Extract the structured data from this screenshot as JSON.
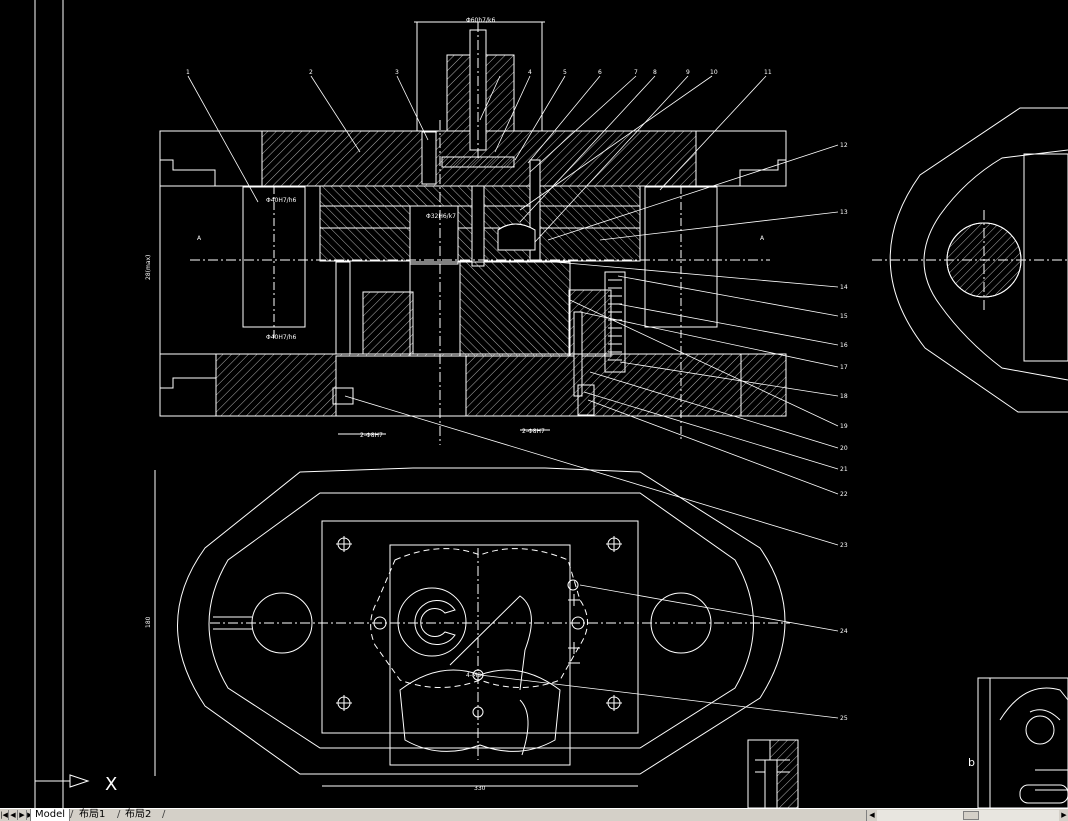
{
  "colors": {
    "background": "#000000",
    "line": "#ffffff",
    "tabbar": "#d4d0c8"
  },
  "ucs": {
    "axis_label": "X"
  },
  "dimensions": {
    "top_shank": "Φ60h7/k6",
    "left_guide_top": "Φ40H7/h6",
    "left_guide_bottom": "Φ40H7/h6",
    "die_fit": "Φ32H6/k7",
    "height": "28(max)",
    "bottom_left": "2-Φ8H7",
    "bottom_right": "2-Φ8H7",
    "plan_height": "180",
    "plan_width": "330",
    "section_a_left": "A",
    "section_a_right": "A",
    "pin_note": "4-M8",
    "detail_b": "b"
  },
  "part_numbers": {
    "top_row": [
      "1",
      "2",
      "3",
      "4",
      "5",
      "6",
      "7",
      "8",
      "9",
      "10",
      "11"
    ],
    "right_col": [
      "12",
      "13",
      "14",
      "15",
      "16",
      "17",
      "18",
      "19",
      "20",
      "21",
      "22",
      "23",
      "24",
      "25"
    ]
  },
  "tabs": {
    "items": [
      {
        "label": "Model",
        "active": true
      },
      {
        "label": "布局1",
        "active": false
      },
      {
        "label": "布局2",
        "active": false
      }
    ]
  },
  "nav_icons": [
    "first-icon",
    "prev-icon",
    "next-icon",
    "last-icon"
  ],
  "scrollbar": {
    "left_icon": "scroll-left-icon",
    "right_icon": "scroll-right-icon"
  }
}
